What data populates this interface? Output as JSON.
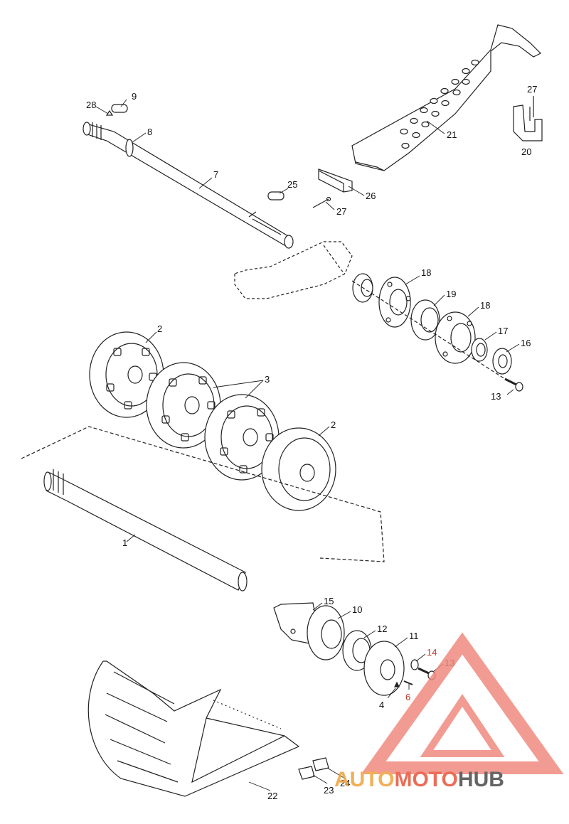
{
  "diagram": {
    "callouts": [
      {
        "id": "c9",
        "text": "9"
      },
      {
        "id": "c28",
        "text": "28"
      },
      {
        "id": "c8",
        "text": "8"
      },
      {
        "id": "c7",
        "text": "7"
      },
      {
        "id": "c25",
        "text": "25"
      },
      {
        "id": "c27a",
        "text": "27"
      },
      {
        "id": "c26",
        "text": "26"
      },
      {
        "id": "c21",
        "text": "21"
      },
      {
        "id": "c27b",
        "text": "27"
      },
      {
        "id": "c20",
        "text": "20"
      },
      {
        "id": "c18a",
        "text": "18"
      },
      {
        "id": "c19",
        "text": "19"
      },
      {
        "id": "c18b",
        "text": "18"
      },
      {
        "id": "c17",
        "text": "17"
      },
      {
        "id": "c16",
        "text": "16"
      },
      {
        "id": "c13a",
        "text": "13"
      },
      {
        "id": "c2a",
        "text": "2"
      },
      {
        "id": "c3",
        "text": "3"
      },
      {
        "id": "c2b",
        "text": "2"
      },
      {
        "id": "c1",
        "text": "1"
      },
      {
        "id": "c15",
        "text": "15"
      },
      {
        "id": "c10",
        "text": "10"
      },
      {
        "id": "c12",
        "text": "12"
      },
      {
        "id": "c11",
        "text": "11"
      },
      {
        "id": "c14",
        "text": "14"
      },
      {
        "id": "c13b",
        "text": "13"
      },
      {
        "id": "c4",
        "text": "4"
      },
      {
        "id": "c6",
        "text": "6"
      },
      {
        "id": "c22",
        "text": "22"
      },
      {
        "id": "c23",
        "text": "23"
      },
      {
        "id": "c24",
        "text": "24"
      }
    ]
  },
  "watermark": {
    "part1": "AUTO",
    "part2": "MOTO",
    "part3": "HUB",
    "colors": {
      "orange": "#f0a23a",
      "red": "#e8533a",
      "gray": "#4a4a4a",
      "triangle": "#f08a80"
    }
  }
}
